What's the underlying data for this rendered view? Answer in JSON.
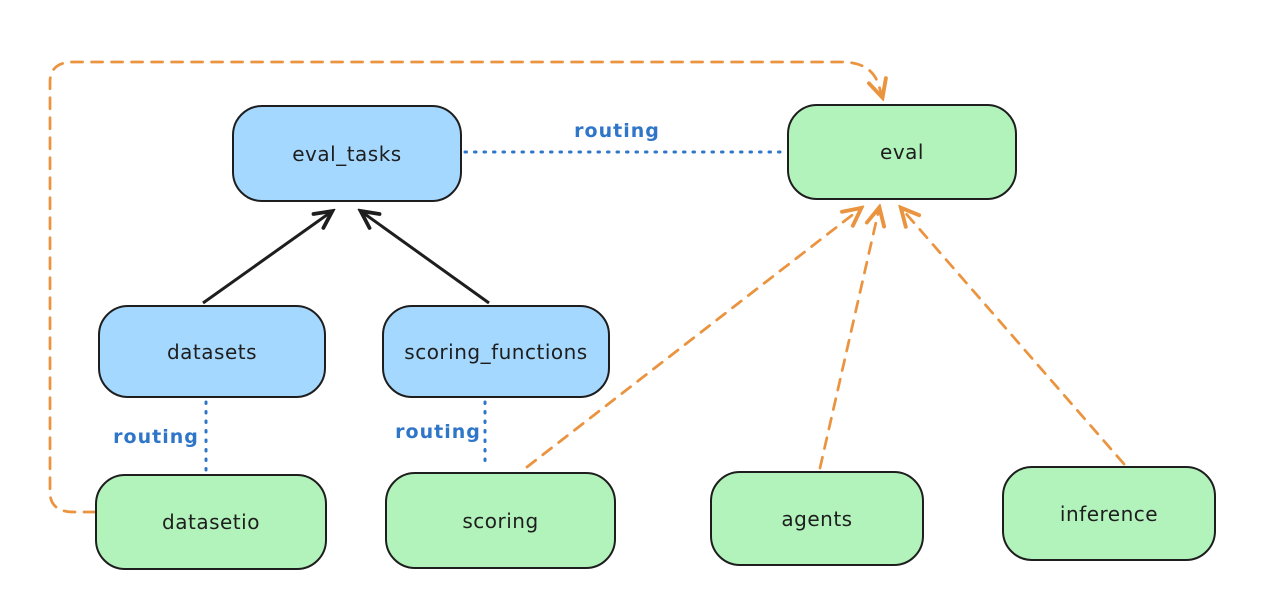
{
  "diagram": {
    "title": "api-providers-routing-diagram",
    "nodes": {
      "eval_tasks": {
        "label": "eval_tasks",
        "kind": "api"
      },
      "datasets": {
        "label": "datasets",
        "kind": "api"
      },
      "scoring_functions": {
        "label": "scoring_functions",
        "kind": "api"
      },
      "eval": {
        "label": "eval",
        "kind": "provider"
      },
      "datasetio": {
        "label": "datasetio",
        "kind": "provider"
      },
      "scoring": {
        "label": "scoring",
        "kind": "provider"
      },
      "agents": {
        "label": "agents",
        "kind": "provider"
      },
      "inference": {
        "label": "inference",
        "kind": "provider"
      }
    },
    "edges": [
      {
        "from": "datasets",
        "to": "eval_tasks",
        "style": "solid-black-arrow"
      },
      {
        "from": "scoring_functions",
        "to": "eval_tasks",
        "style": "solid-black-arrow"
      },
      {
        "from": "eval_tasks",
        "to": "eval",
        "style": "blue-dotted",
        "label": "routing"
      },
      {
        "from": "datasets",
        "to": "datasetio",
        "style": "blue-dotted",
        "label": "routing"
      },
      {
        "from": "scoring_functions",
        "to": "scoring",
        "style": "blue-dotted",
        "label": "routing"
      },
      {
        "from": "datasetio",
        "to": "eval",
        "style": "orange-dashed-arrow",
        "route": "around-left-and-top"
      },
      {
        "from": "scoring",
        "to": "eval",
        "style": "orange-dashed-arrow"
      },
      {
        "from": "agents",
        "to": "eval",
        "style": "orange-dashed-arrow"
      },
      {
        "from": "inference",
        "to": "eval",
        "style": "orange-dashed-arrow"
      }
    ],
    "edge_labels": {
      "routing_eval_tasks_eval": "routing",
      "routing_datasets_datasetio": "routing",
      "routing_scoring_functions_scoring": "routing"
    },
    "colors": {
      "api_node_fill": "#a5d8ff",
      "provider_node_fill": "#b2f2bb",
      "node_stroke": "#1e1e1e",
      "routing_line": "#2f76c8",
      "dependency_line": "#eb9440",
      "inheritance_line": "#1e1e1e",
      "canvas_bg": "#ffffff"
    }
  }
}
